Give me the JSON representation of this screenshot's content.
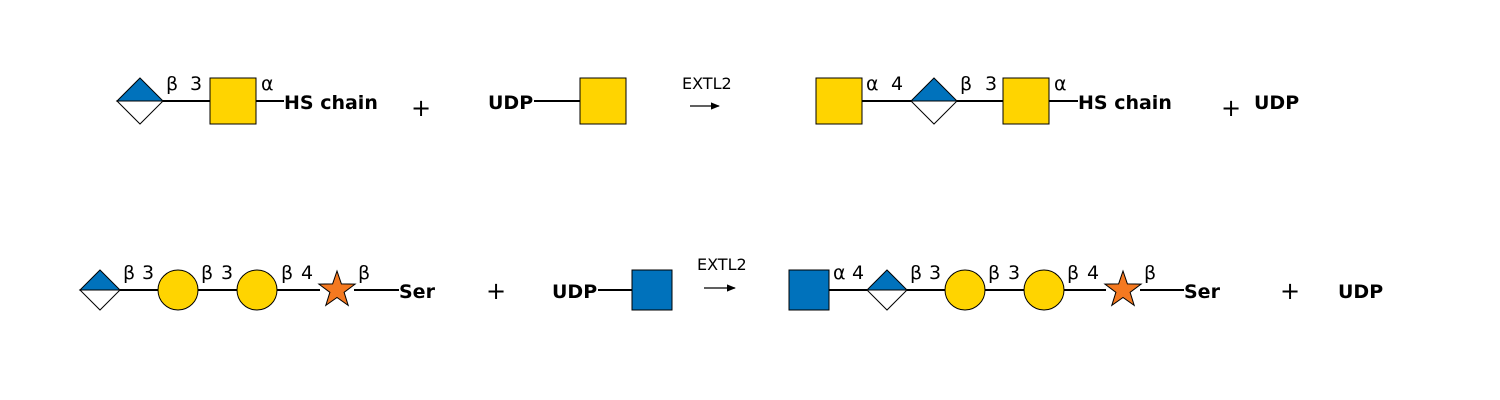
{
  "colors": {
    "galnac_yellow": "#FFD400",
    "glcnac_blue": "#0072BC",
    "xylose_orange": "#F47920",
    "line": "#000000"
  },
  "reactions": [
    {
      "enzyme": "EXTL2",
      "plus": "+",
      "arrow": "→",
      "substrate": {
        "links": [
          "β",
          "3",
          "α"
        ],
        "aglycone": "HS chain"
      },
      "donor": {
        "carrier": "UDP"
      },
      "product": {
        "links": [
          "α",
          "4",
          "β",
          "3",
          "α"
        ],
        "aglycone": "HS chain"
      },
      "byproduct": "UDP"
    },
    {
      "enzyme": "EXTL2",
      "plus": "+",
      "arrow": "→",
      "substrate": {
        "links": [
          "β",
          "3",
          "β",
          "3",
          "β",
          "4",
          "β"
        ],
        "aglycone": "Ser"
      },
      "donor": {
        "carrier": "UDP"
      },
      "product": {
        "links": [
          "α",
          "4",
          "β",
          "3",
          "β",
          "3",
          "β",
          "4",
          "β"
        ],
        "aglycone": "Ser"
      },
      "byproduct": "UDP"
    }
  ]
}
